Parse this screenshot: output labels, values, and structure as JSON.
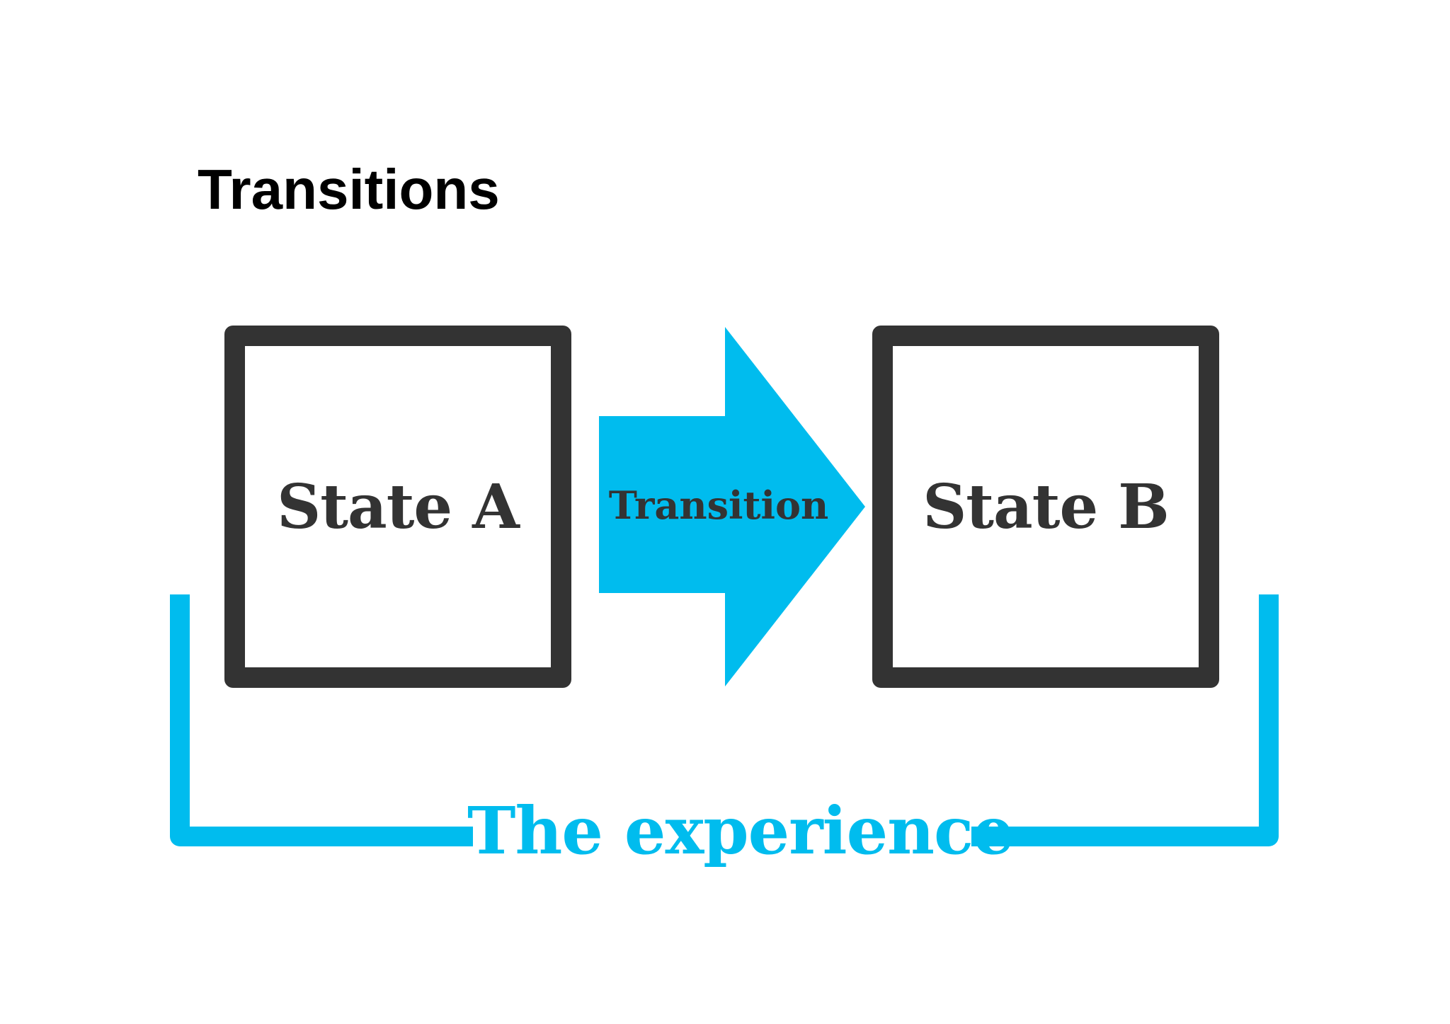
{
  "slide": {
    "title": "Transitions"
  },
  "diagram": {
    "state_a_label": "State A",
    "state_b_label": "State B",
    "transition_label": "Transition",
    "experience_label": "The experience"
  },
  "colors": {
    "accent": "#00bcee",
    "box_border": "#333333",
    "text_dark": "#333333",
    "title": "#000000",
    "background": "#ffffff"
  },
  "icons": {
    "arrow": "right-arrow-icon",
    "bracket": "bracket-icon"
  }
}
